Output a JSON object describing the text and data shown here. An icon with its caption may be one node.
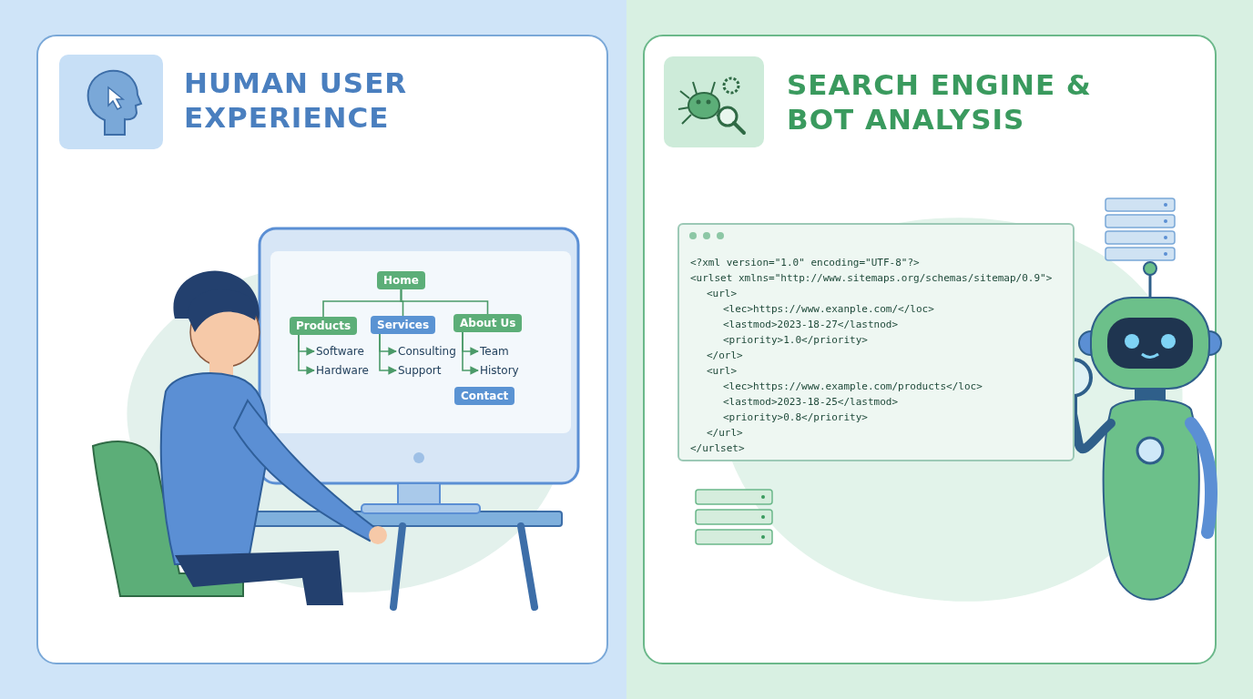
{
  "diagram": {
    "nodes": [
      {
        "text": [
          "HUMAN USER EXPERIENCE"
        ]
      },
      {
        "text": [
          "Home"
        ],
        "in": 0
      },
      {
        "text": [
          "Products"
        ],
        "in": 0
      },
      {
        "text": [
          "Services"
        ],
        "in": 0
      },
      {
        "text": [
          "About Us"
        ],
        "in": 0
      },
      {
        "text": [
          "Software"
        ],
        "in": 0
      },
      {
        "text": [
          "Consulting"
        ],
        "in": 0
      },
      {
        "text": [
          "Team"
        ],
        "in": 0
      },
      {
        "text": [
          "Hardware"
        ],
        "in": 0
      },
      {
        "text": [
          "Support"
        ],
        "in": 0
      },
      {
        "text": [
          "History"
        ],
        "in": 0
      },
      {
        "text": [
          "Contact"
        ],
        "in": 0
      },
      {
        "text": [
          "SEARCH ENGINE & BOT ANALYSIS"
        ]
      },
      {
        "text": [
          "<?xml version=\"1.0\" encoding=\"UTF-8\"?>",
          "<urlset xmlns=\"http://www.sitemaps.org/schemas/sitemap/0.9\">",
          "<url>",
          "<lec>https://www.exanple.com/</loc>",
          "<lastmod>2023-18-27</lastnod>",
          "<priority>1.0</priority>",
          "</orl>",
          "<url>",
          "<lec>https://www.example.com/products</loc>",
          "<lastmod>2023-18-25</lastmod>",
          "<priority>0.8</priority>",
          "</url>",
          "</urlset>"
        ],
        "in": 12
      }
    ],
    "edges": [
      {
        "from": 1,
        "to": 2,
        "arrow": "none"
      },
      {
        "from": 1,
        "to": 3,
        "arrow": "none"
      },
      {
        "from": 1,
        "to": 4,
        "arrow": "none"
      },
      {
        "from": 2,
        "to": 5,
        "arrow": "to"
      },
      {
        "from": 2,
        "to": 8,
        "arrow": "to"
      },
      {
        "from": 3,
        "to": 6,
        "arrow": "to"
      },
      {
        "from": 3,
        "to": 9,
        "arrow": "to"
      },
      {
        "from": 4,
        "to": 7,
        "arrow": "to"
      },
      {
        "from": 4,
        "to": 10,
        "arrow": "to"
      }
    ]
  }
}
